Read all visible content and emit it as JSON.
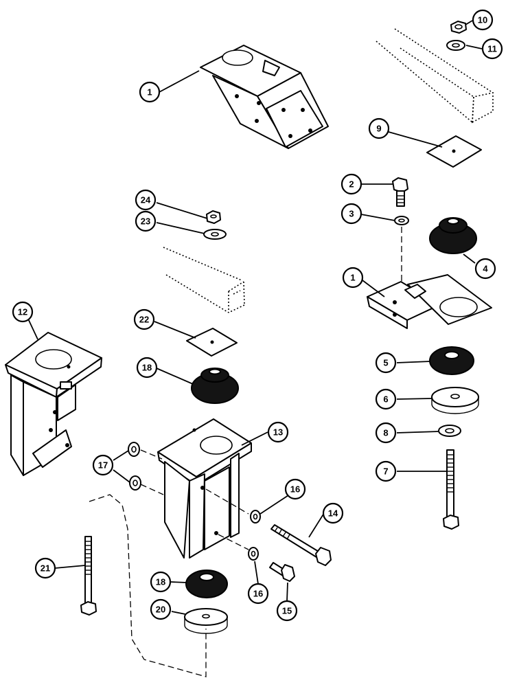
{
  "diagram": {
    "callouts": [
      {
        "id": "c1a",
        "label": "1"
      },
      {
        "id": "c10",
        "label": "10"
      },
      {
        "id": "c11",
        "label": "11"
      },
      {
        "id": "c9",
        "label": "9"
      },
      {
        "id": "c2",
        "label": "2"
      },
      {
        "id": "c3",
        "label": "3"
      },
      {
        "id": "c4",
        "label": "4"
      },
      {
        "id": "c1b",
        "label": "1"
      },
      {
        "id": "c24",
        "label": "24"
      },
      {
        "id": "c23",
        "label": "23"
      },
      {
        "id": "c12",
        "label": "12"
      },
      {
        "id": "c22",
        "label": "22"
      },
      {
        "id": "c18a",
        "label": "18"
      },
      {
        "id": "c5",
        "label": "5"
      },
      {
        "id": "c6",
        "label": "6"
      },
      {
        "id": "c8",
        "label": "8"
      },
      {
        "id": "c7",
        "label": "7"
      },
      {
        "id": "c13",
        "label": "13"
      },
      {
        "id": "c17",
        "label": "17"
      },
      {
        "id": "c16a",
        "label": "16"
      },
      {
        "id": "c14",
        "label": "14"
      },
      {
        "id": "c21",
        "label": "21"
      },
      {
        "id": "c18b",
        "label": "18"
      },
      {
        "id": "c16b",
        "label": "16"
      },
      {
        "id": "c15",
        "label": "15"
      },
      {
        "id": "c20",
        "label": "20"
      }
    ]
  }
}
